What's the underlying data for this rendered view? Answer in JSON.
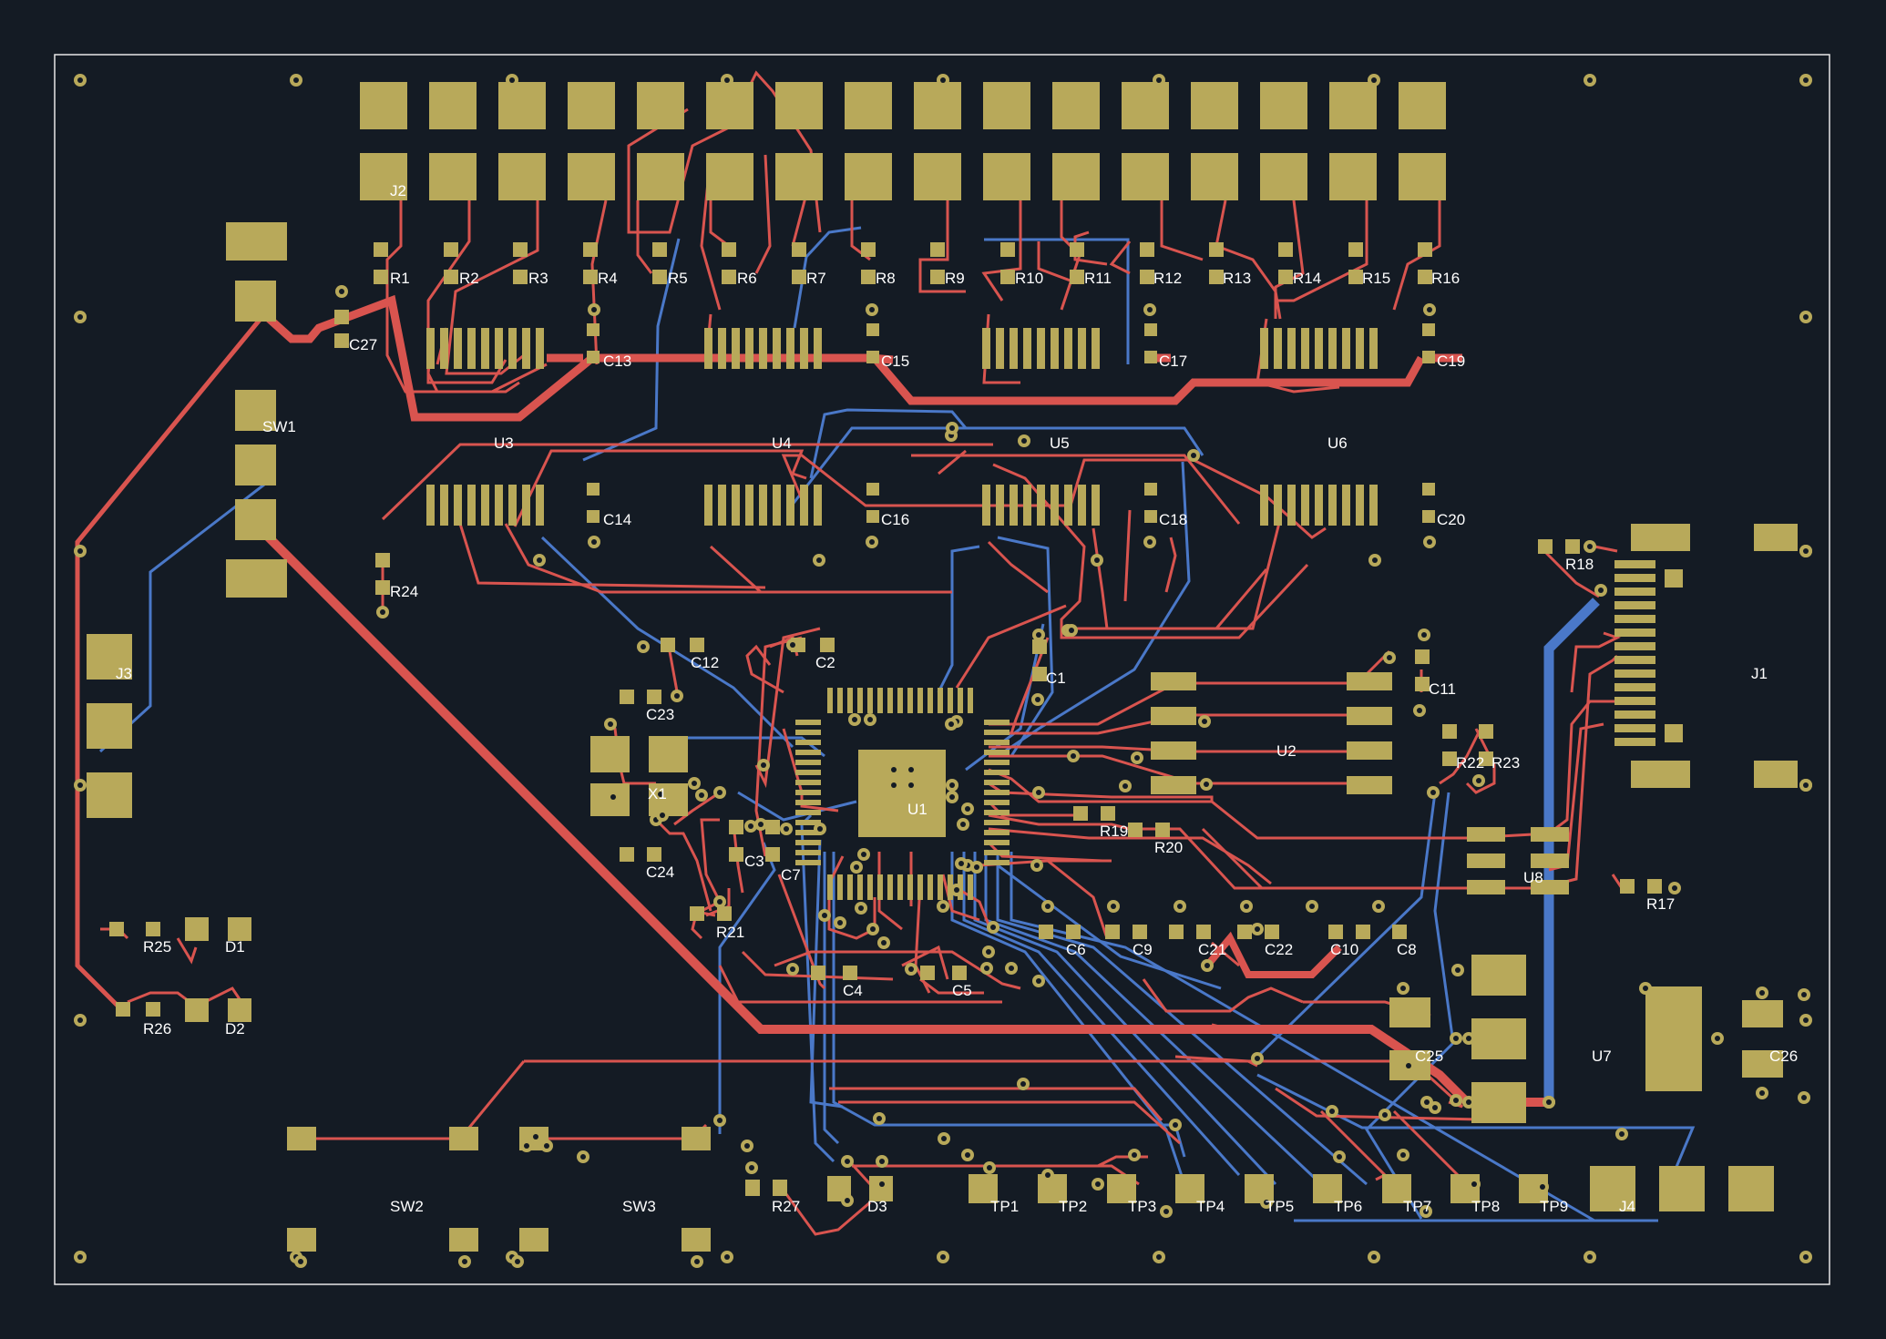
{
  "colors": {
    "background": "#141b24",
    "outline": "#e8e8e8",
    "pad": "#b8a95a",
    "trace_top": "#d9544f",
    "trace_bottom": "#4a78c8",
    "silkscreen": "#ffffff"
  },
  "refdes": {
    "J1": "J1",
    "J2": "J2",
    "J3": "J3",
    "J4": "J4",
    "SW1": "SW1",
    "SW2": "SW2",
    "SW3": "SW3",
    "U1": "U1",
    "U2": "U2",
    "U3": "U3",
    "U4": "U4",
    "U5": "U5",
    "U6": "U6",
    "U7": "U7",
    "U8": "U8",
    "X1": "X1",
    "D1": "D1",
    "D2": "D2",
    "D3": "D3",
    "R1": "R1",
    "R2": "R2",
    "R3": "R3",
    "R4": "R4",
    "R5": "R5",
    "R6": "R6",
    "R7": "R7",
    "R8": "R8",
    "R9": "R9",
    "R10": "R10",
    "R11": "R11",
    "R12": "R12",
    "R13": "R13",
    "R14": "R14",
    "R15": "R15",
    "R16": "R16",
    "R17": "R17",
    "R18": "R18",
    "R19": "R19",
    "R20": "R20",
    "R21": "R21",
    "R22": "R22",
    "R23": "R23",
    "R24": "R24",
    "R25": "R25",
    "R26": "R26",
    "R27": "R27",
    "C1": "C1",
    "C2": "C2",
    "C3": "C3",
    "C4": "C4",
    "C5": "C5",
    "C6": "C6",
    "C7": "C7",
    "C8": "C8",
    "C9": "C9",
    "C10": "C10",
    "C11": "C11",
    "C12": "C12",
    "C13": "C13",
    "C14": "C14",
    "C15": "C15",
    "C16": "C16",
    "C17": "C17",
    "C18": "C18",
    "C19": "C19",
    "C20": "C20",
    "C21": "C21",
    "C22": "C22",
    "C23": "C23",
    "C24": "C24",
    "C25": "C25",
    "C26": "C26",
    "C27": "C27",
    "TP1": "TP1",
    "TP2": "TP2",
    "TP3": "TP3",
    "TP4": "TP4",
    "TP5": "TP5",
    "TP6": "TP6",
    "TP7": "TP7",
    "TP8": "TP8",
    "TP9": "TP9"
  }
}
